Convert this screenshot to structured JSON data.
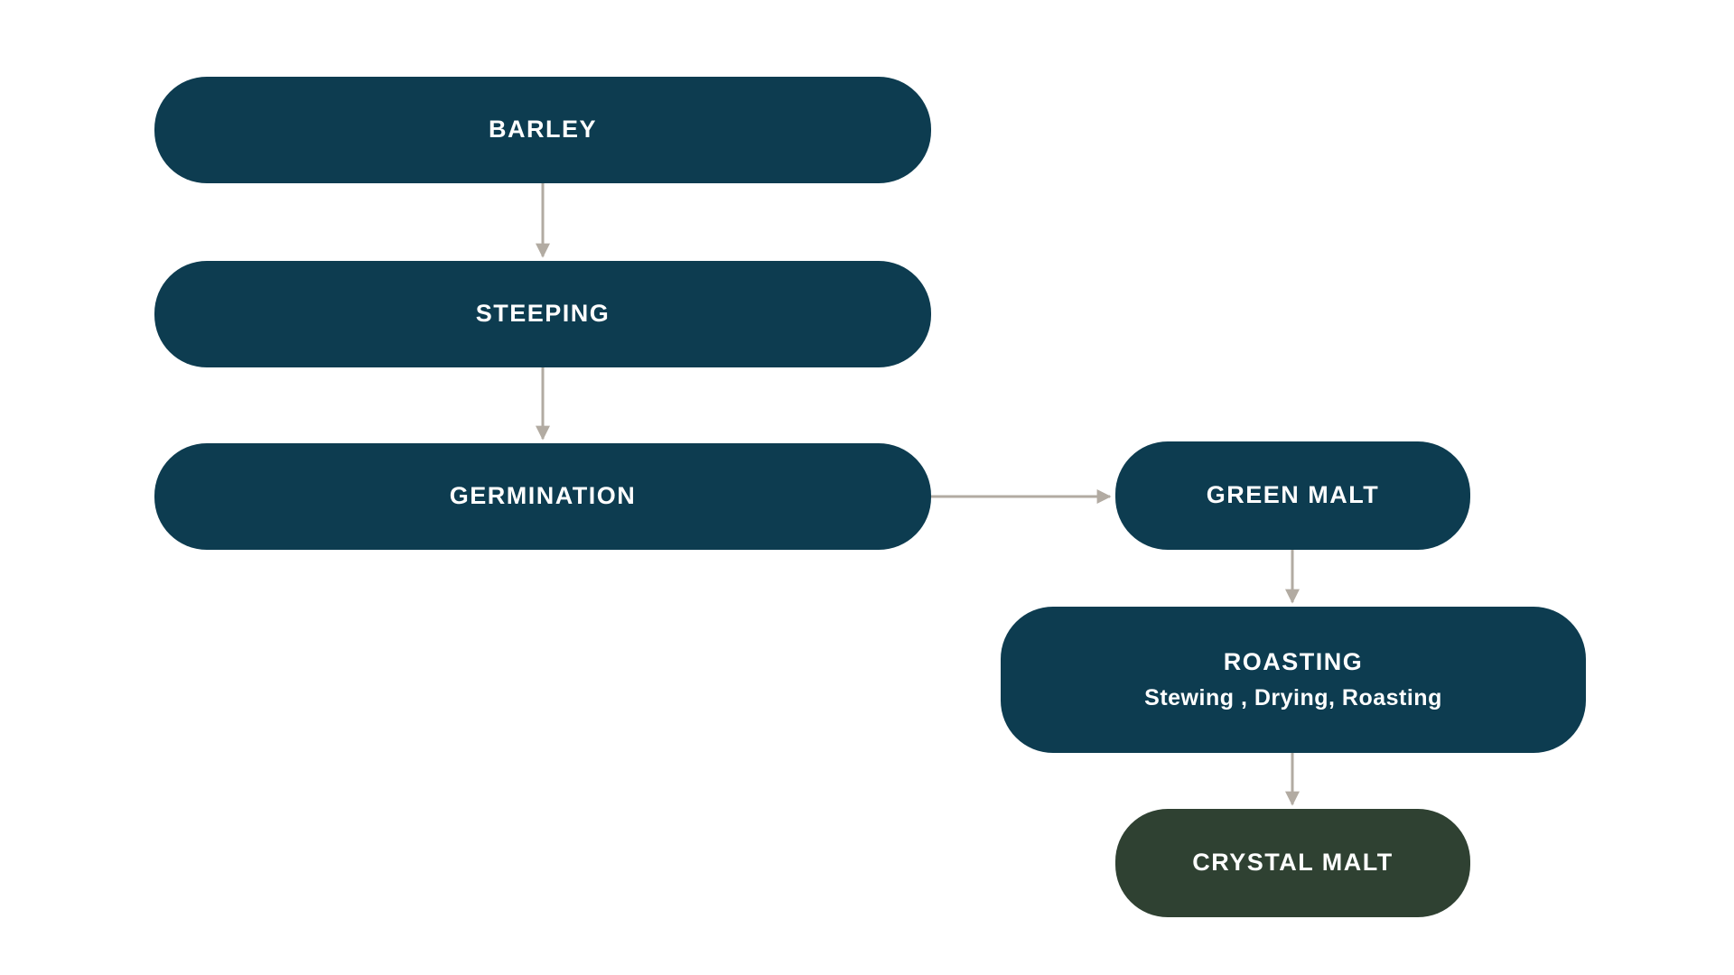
{
  "diagram": {
    "nodes": {
      "barley": {
        "label": "BARLEY"
      },
      "steeping": {
        "label": "STEEPING"
      },
      "germination": {
        "label": "GERMINATION"
      },
      "green_malt": {
        "label": "GREEN MALT"
      },
      "roasting": {
        "label": "ROASTING",
        "sublabel": "Stewing , Drying, Roasting"
      },
      "crystal_malt": {
        "label": "CRYSTAL MALT"
      }
    },
    "edges": [
      {
        "from": "barley",
        "to": "steeping",
        "direction": "down"
      },
      {
        "from": "steeping",
        "to": "germination",
        "direction": "down"
      },
      {
        "from": "germination",
        "to": "green_malt",
        "direction": "right"
      },
      {
        "from": "green_malt",
        "to": "roasting",
        "direction": "down"
      },
      {
        "from": "roasting",
        "to": "crystal_malt",
        "direction": "down"
      }
    ],
    "colors": {
      "node_teal": "#0d3c50",
      "node_green": "#2f4132",
      "arrow": "#b2aba2",
      "node_text": "#ffffff",
      "background": "#ffffff"
    }
  }
}
